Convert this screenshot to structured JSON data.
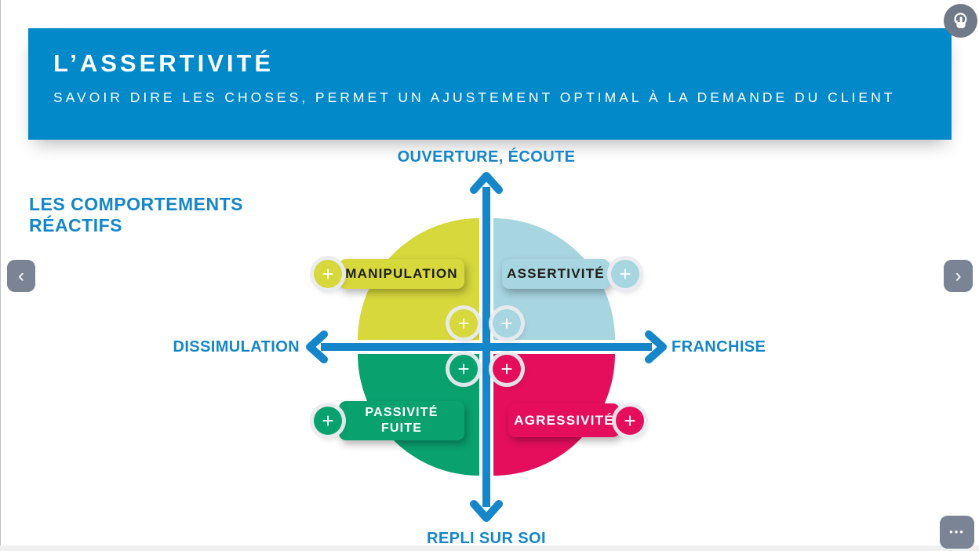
{
  "header": {
    "title": "L’ASSERTIVITÉ",
    "subtitle": "SAVOIR DIRE LES CHOSES, PERMET UN AJUSTEMENT OPTIMAL À LA DEMANDE DU CLIENT",
    "bg_color": "#0289c9"
  },
  "side_heading": "LES COMPORTEMENTS RÉACTIFS",
  "accent_text_color": "#1486c9",
  "axes": {
    "color": "#1486c9",
    "top_label": "OUVERTURE, ÉCOUTE",
    "bottom_label": "REPLI SUR SOI",
    "left_label": "DISSIMULATION",
    "right_label": "FRANCHISE"
  },
  "quadrants": [
    {
      "name": "manipulation",
      "label": "MANIPULATION",
      "color": "#d7d83b",
      "text_color": "#1d1d1b",
      "plus_side": "left"
    },
    {
      "name": "assertivite",
      "label": "ASSERTIVITÉ",
      "color": "#a7d5e0",
      "text_color": "#1d1d1b",
      "plus_side": "right"
    },
    {
      "name": "passivite-fuite",
      "label_line1": "PASSIVITÉ",
      "label_line2": "FUITE",
      "color": "#09a26f",
      "text_color": "#ffffff",
      "plus_side": "left"
    },
    {
      "name": "agressivite",
      "label": "AGRESSIVITÉ",
      "color": "#e50e5d",
      "text_color": "#ffffff",
      "plus_side": "right"
    }
  ],
  "controls": {
    "plus_glyph": "+",
    "prev_glyph": "‹",
    "next_glyph": "›",
    "more_glyph": "•••",
    "button_color": "#7b8495",
    "replay_color": "#6f7988"
  }
}
